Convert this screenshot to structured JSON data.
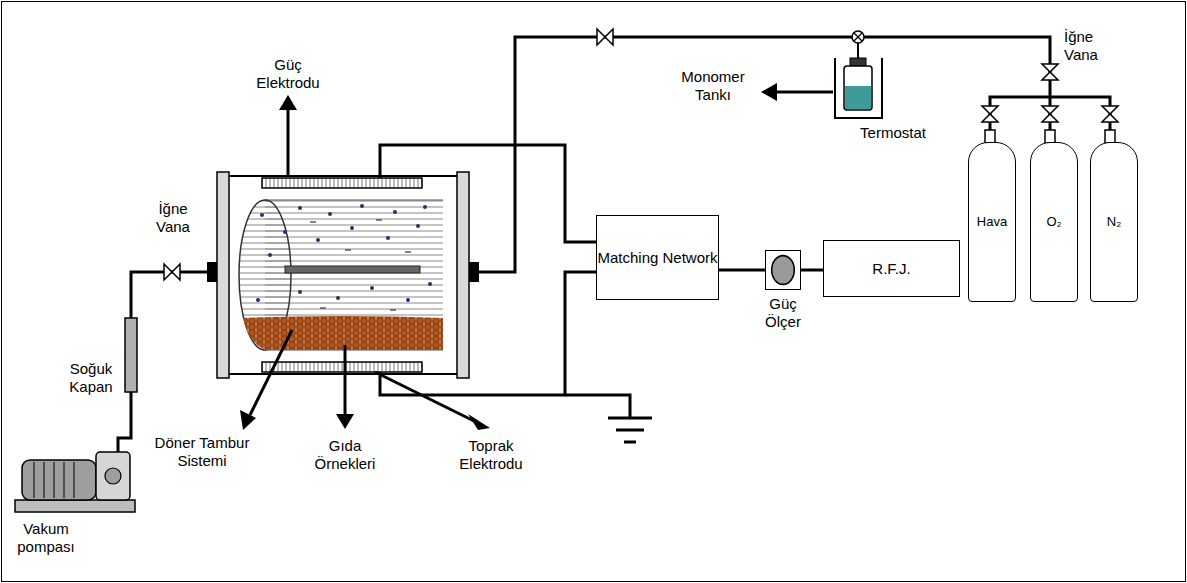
{
  "diagram": {
    "nodes": [
      {
        "text": [
          "Matching Network"
        ]
      },
      {
        "text": [
          "Güç Ölçer"
        ]
      },
      {
        "text": [
          "R.F.J."
        ]
      },
      {
        "text": [
          "Hava"
        ]
      },
      {
        "text": [
          "O₂"
        ]
      },
      {
        "text": [
          "N₂"
        ]
      }
    ],
    "edges": [
      {
        "from": 0,
        "to": 1,
        "arrow": "none"
      },
      {
        "from": 1,
        "to": 2,
        "arrow": "none"
      }
    ],
    "labels": [
      "Güç Elektrodu",
      "İğne Vana",
      "Soğuk Kapan",
      "Vakum pompası",
      "Döner Tambur Sistemi",
      "Gıda Örnekleri",
      "Toprak Elektrodu",
      "Monomer Tankı",
      "Termostat",
      "İğne Vana"
    ]
  }
}
